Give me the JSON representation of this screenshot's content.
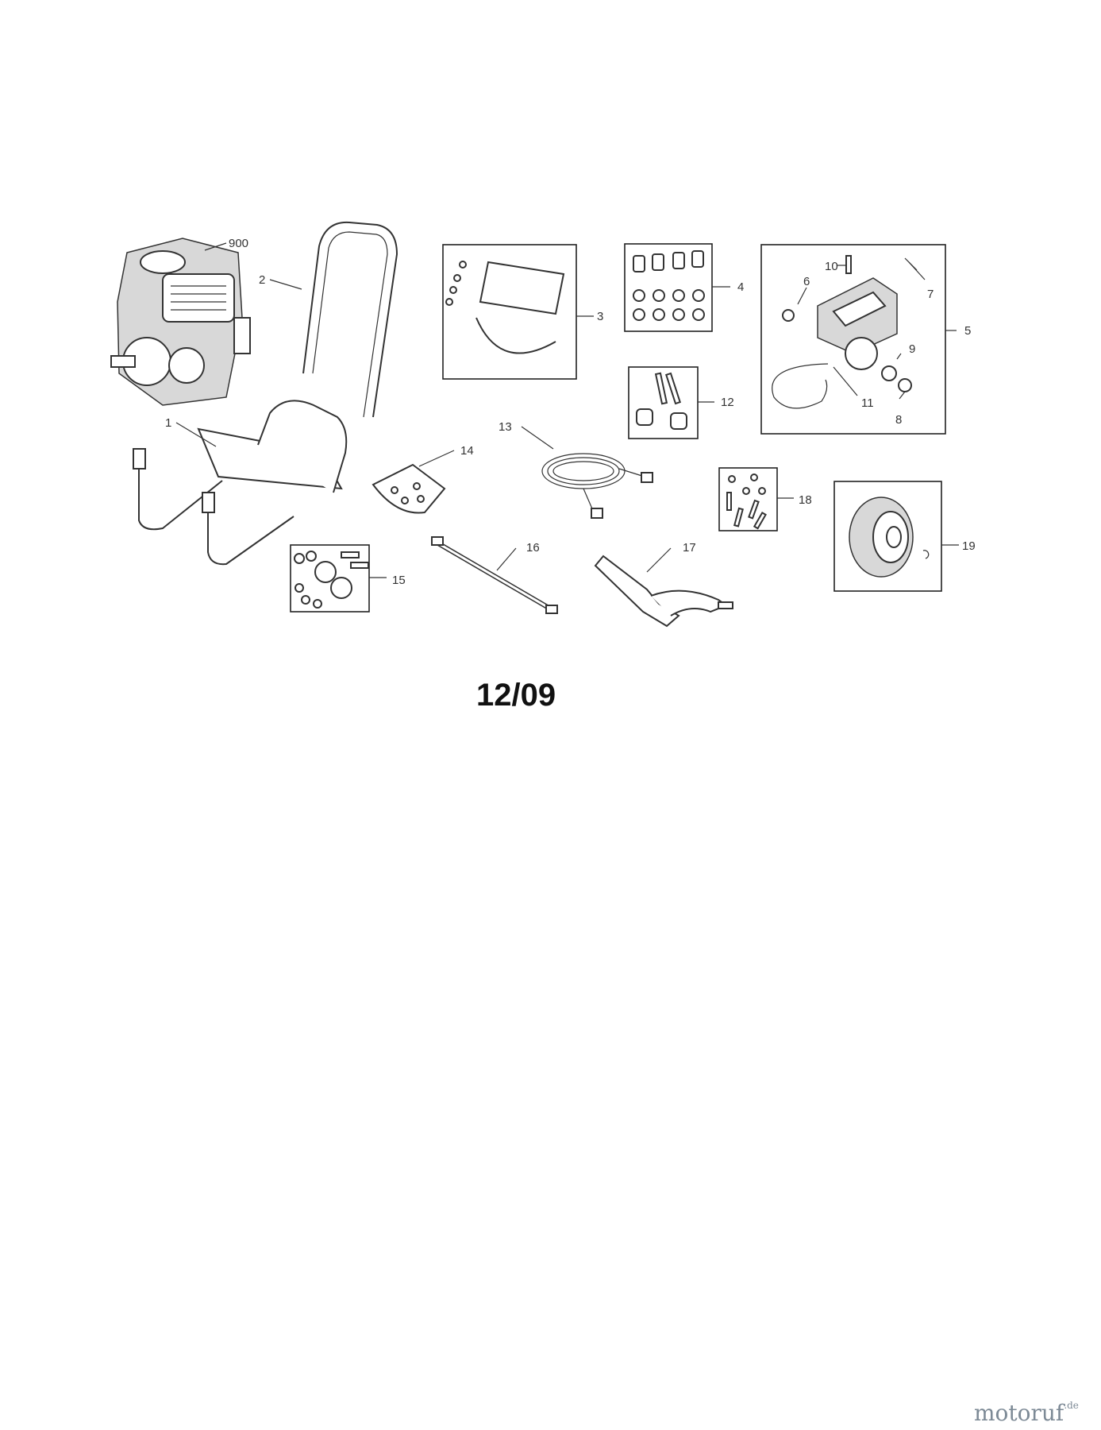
{
  "parts": {
    "p900": "900",
    "p1": "1",
    "p2": "2",
    "p3": "3",
    "p4": "4",
    "p5": "5",
    "p6": "6",
    "p7": "7",
    "p8": "8",
    "p9": "9",
    "p10": "10",
    "p11": "11",
    "p12": "12",
    "p13": "13",
    "p14": "14",
    "p15": "15",
    "p16": "16",
    "p17": "17",
    "p18": "18",
    "p19": "19"
  },
  "date_code": "12/09",
  "watermark": {
    "brand": "motoruf",
    "tld": ".de"
  }
}
